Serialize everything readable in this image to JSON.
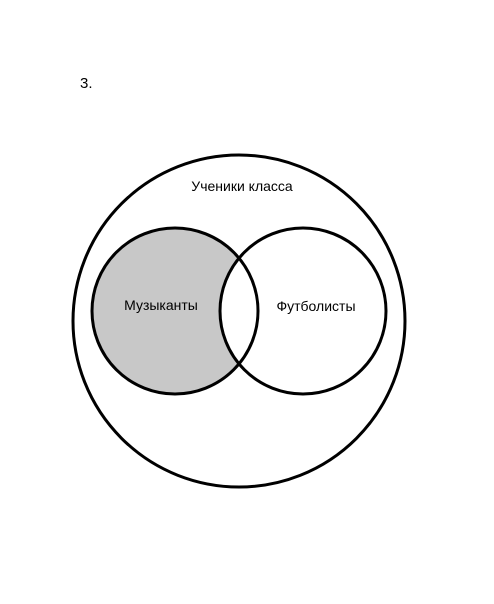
{
  "problem": {
    "number": "3."
  },
  "diagram": {
    "universe_label": "Ученики класса",
    "set_a_label": "Музыканты",
    "set_b_label": "Футболисты",
    "shaded_region": "set_a_only",
    "shade_color": "#c8c8c8",
    "stroke_color": "#000000",
    "background_color": "#ffffff"
  }
}
